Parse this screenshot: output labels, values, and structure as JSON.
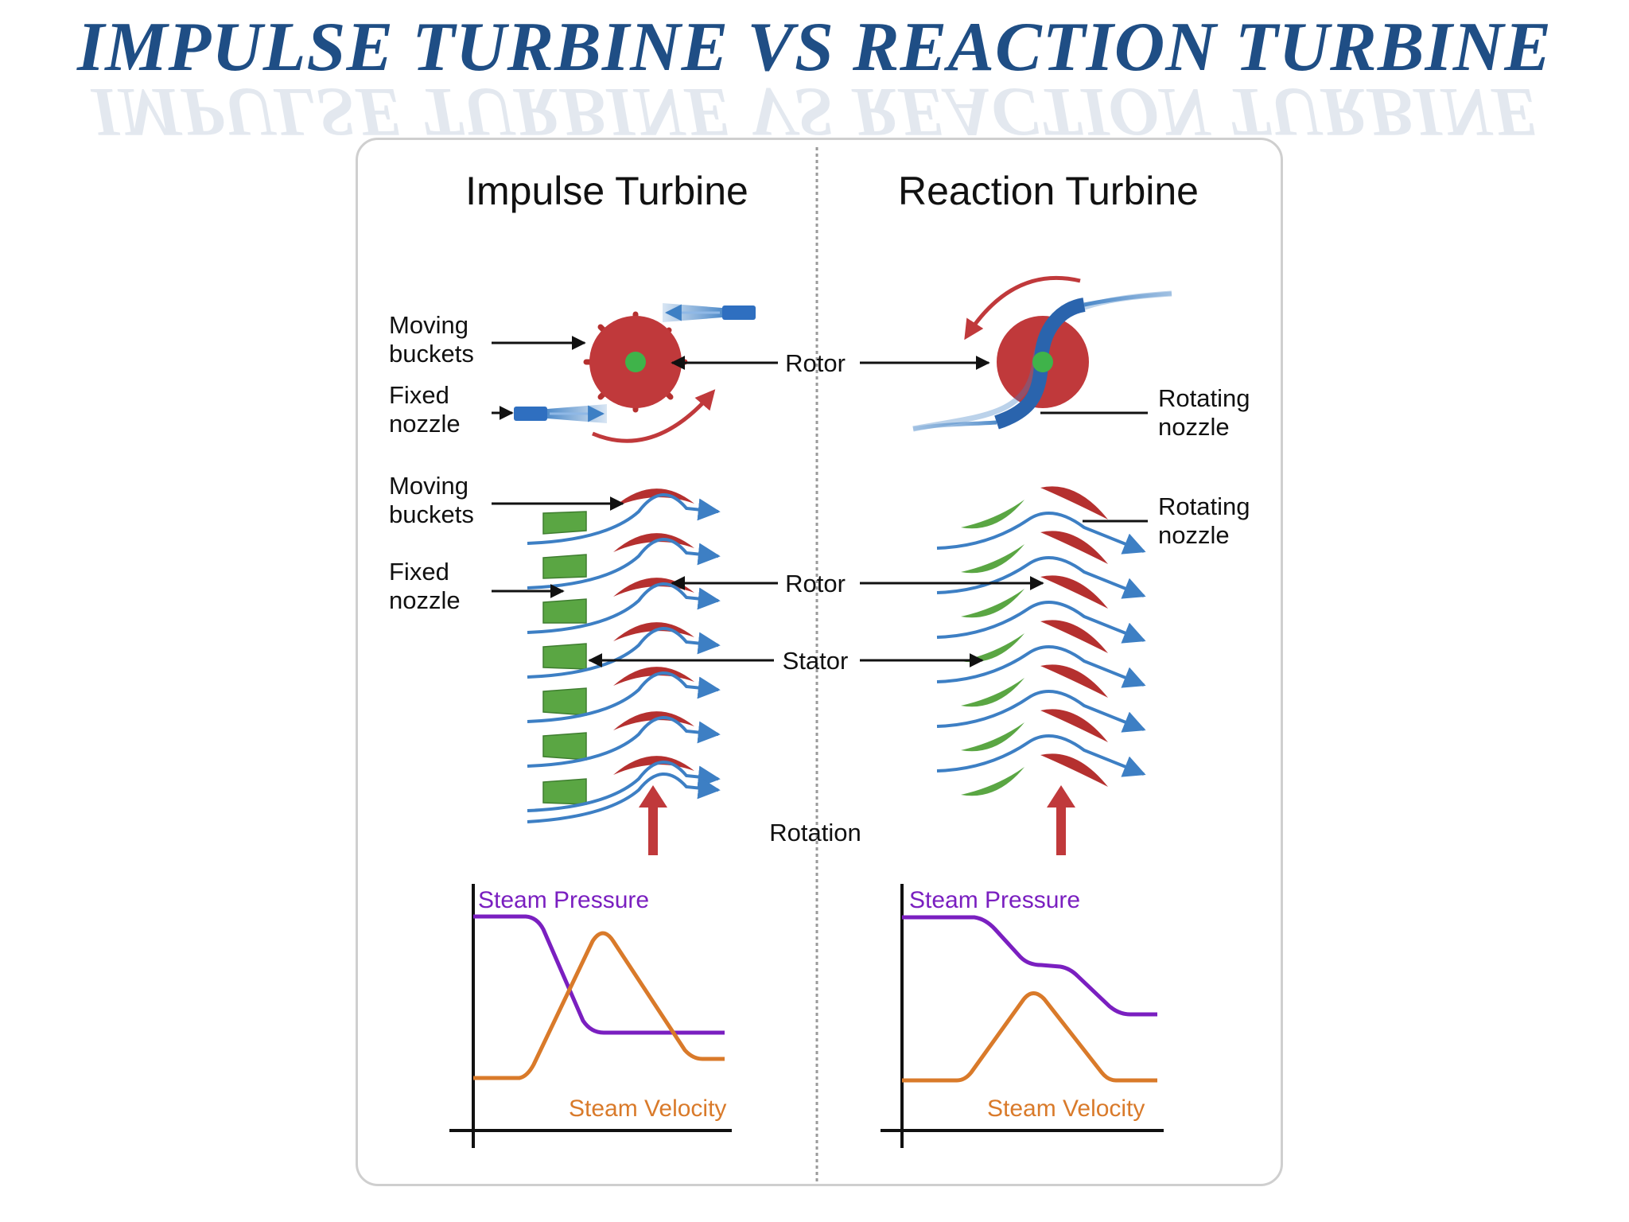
{
  "page": {
    "title": "IMPULSE TURBINE VS REACTION TURBINE"
  },
  "impulse": {
    "heading": "Impulse Turbine",
    "label_moving_1": "Moving",
    "label_buckets_1": "buckets",
    "label_fixed_1": "Fixed",
    "label_nozzle_1": "nozzle",
    "label_moving_2": "Moving",
    "label_buckets_2": "buckets",
    "label_fixed_2": "Fixed",
    "label_nozzle_2": "nozzle",
    "graph_pressure": "Steam Pressure",
    "graph_velocity": "Steam Velocity"
  },
  "reaction": {
    "heading": "Reaction Turbine",
    "label_rotating_1": "Rotating",
    "label_nozzle_1": "nozzle",
    "label_rotating_2": "Rotating",
    "label_nozzle_2": "nozzle",
    "graph_pressure": "Steam Pressure",
    "graph_velocity": "Steam Velocity"
  },
  "center": {
    "rotor_top": "Rotor",
    "rotor_mid": "Rotor",
    "stator": "Stator",
    "rotation": "Rotation"
  },
  "colors": {
    "title": "#1f4e85",
    "rotor_red": "#c0393b",
    "stator_green": "#5aa643",
    "steam_blue": "#3d7fc4",
    "pressure_purple": "#7a1fc0",
    "velocity_orange": "#d97a2a"
  }
}
